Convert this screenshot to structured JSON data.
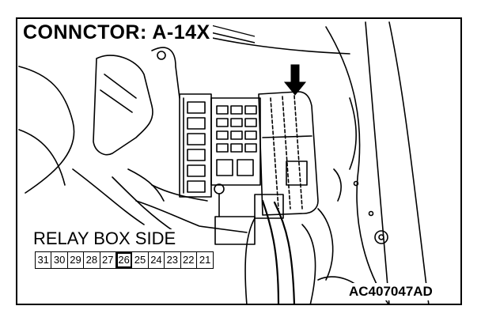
{
  "title": "CONNCTOR: A-14X",
  "relay_box_label": "RELAY BOX SIDE",
  "connector_pins": [
    "31",
    "30",
    "29",
    "28",
    "27",
    "26",
    "25",
    "24",
    "23",
    "22",
    "21"
  ],
  "highlighted_pin": "26",
  "figure_code": "AC407047AD",
  "colors": {
    "line": "#000000",
    "background": "#ffffff"
  }
}
